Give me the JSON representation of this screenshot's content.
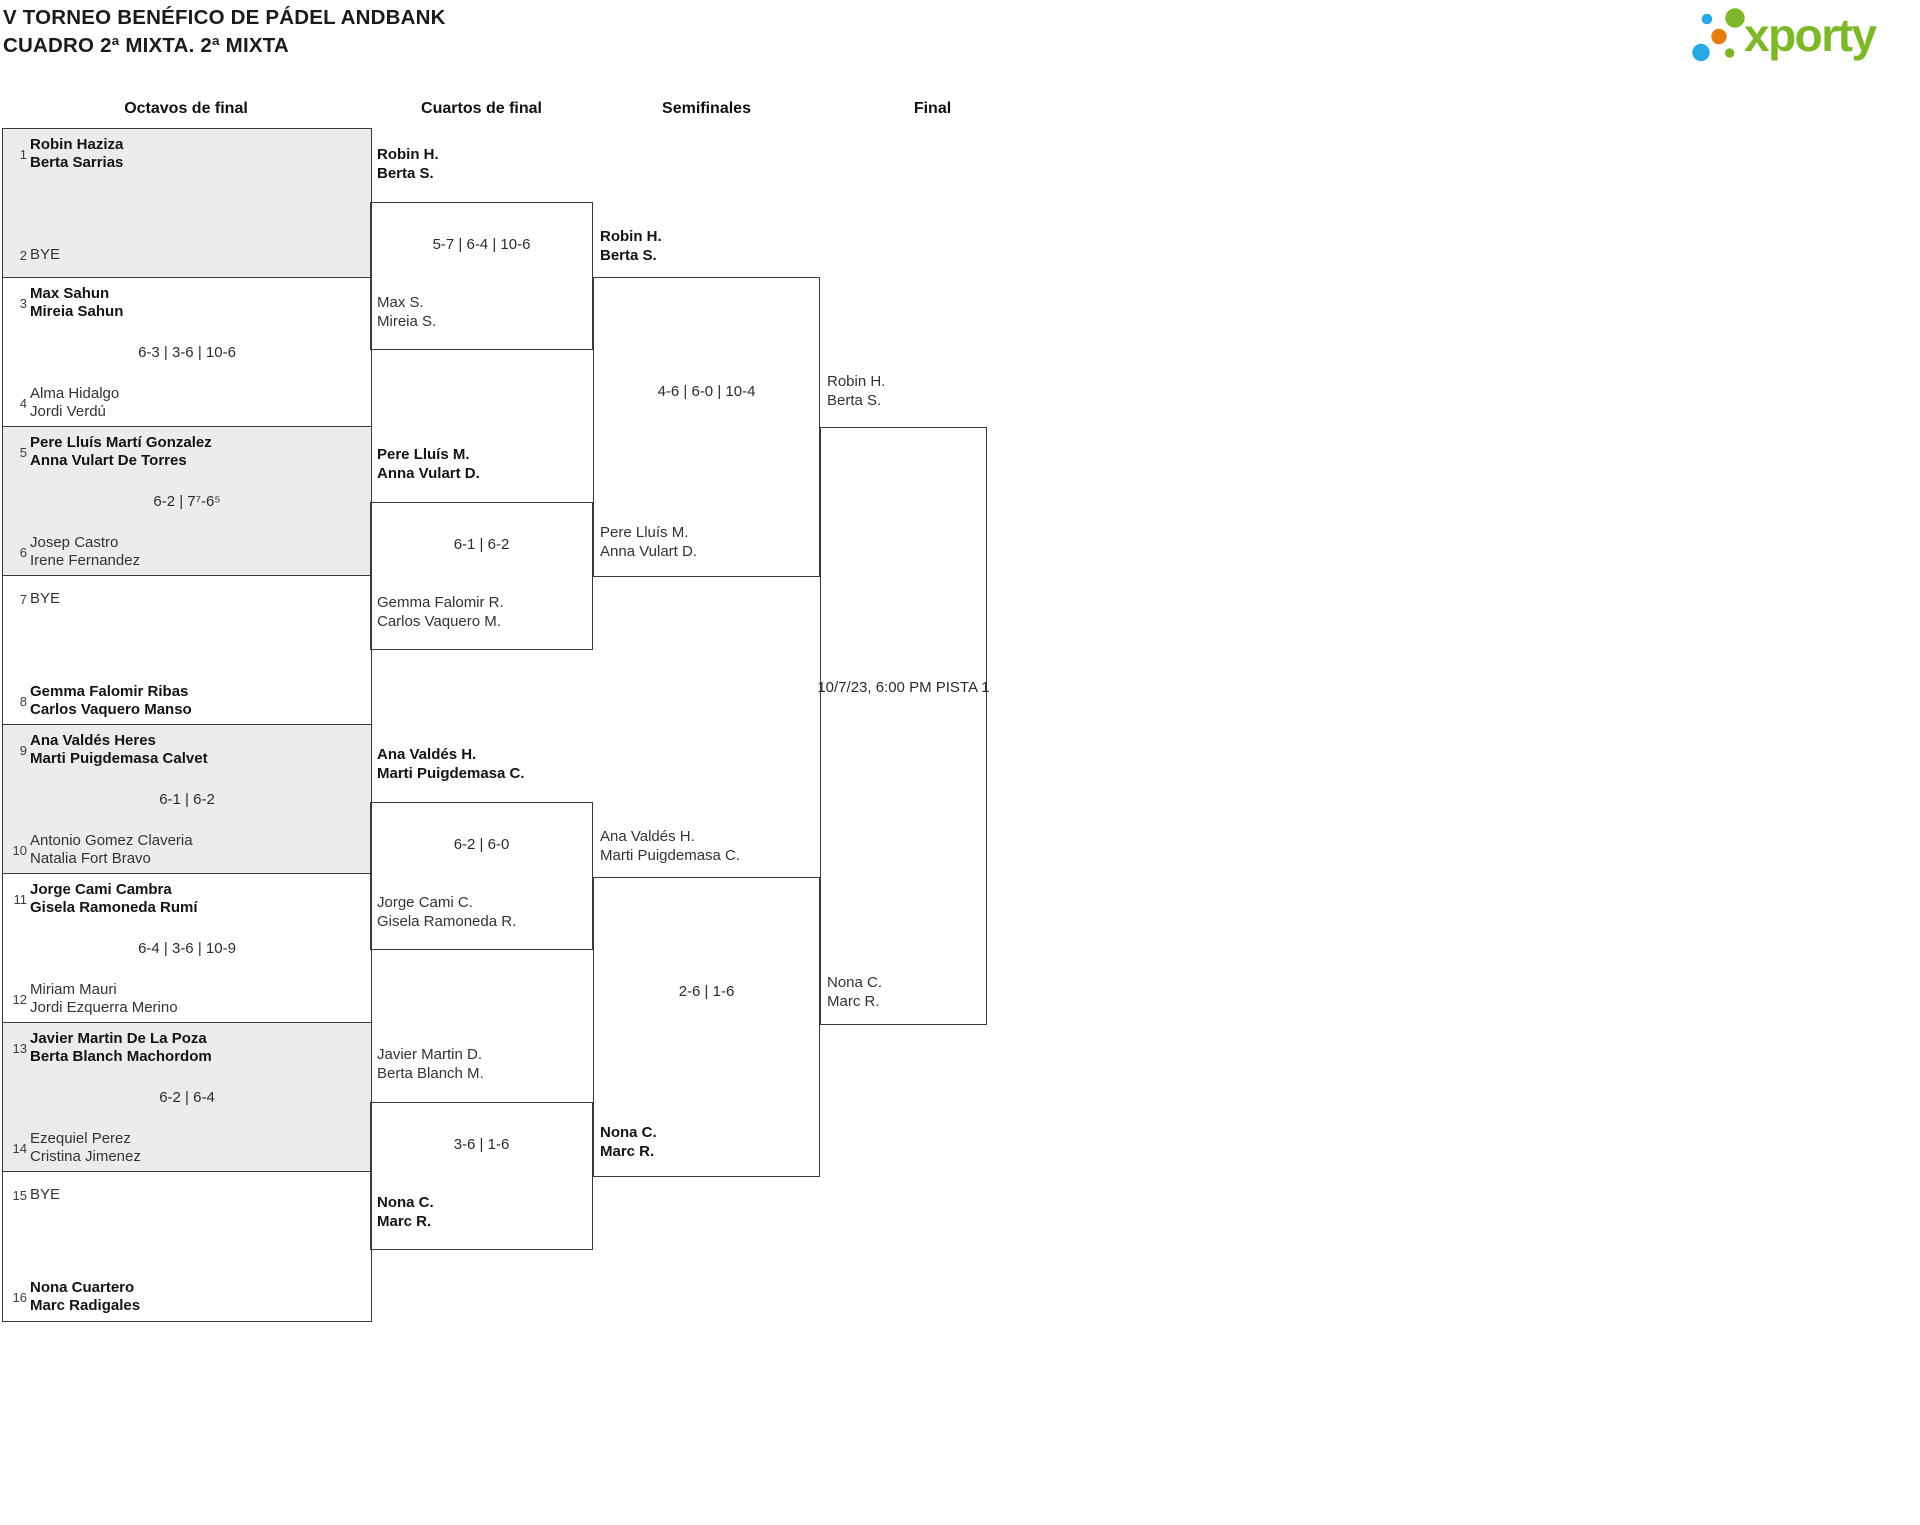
{
  "title": {
    "line1": "V TORNEO BENÉFICO DE PÁDEL ANDBANK",
    "line2": "CUADRO 2ª MIXTA. 2ª MIXTA"
  },
  "logo": {
    "brand": "xporty"
  },
  "colors": {
    "brand_green": "#7db829",
    "brand_blue": "#29a9e1",
    "brand_orange": "#e87d0e"
  },
  "round_headers": [
    "Octavos de final",
    "Cuartos de final",
    "Semifinales",
    "Final"
  ],
  "octavos": {
    "matches": [
      {
        "score": "",
        "top": {
          "seed": "1",
          "p1": "Robin Haziza",
          "p2": "Berta Sarrias"
        },
        "bottom": {
          "seed": "2",
          "p1": "BYE",
          "p2": ""
        }
      },
      {
        "score": "6-3 | 3-6 | 10-6",
        "top": {
          "seed": "3",
          "p1": "Max Sahun",
          "p2": "Mireia Sahun"
        },
        "bottom": {
          "seed": "4",
          "p1": "Alma Hidalgo",
          "p2": "Jordi Verdú"
        }
      },
      {
        "score": "6-2 | 7⁷-6⁵",
        "top": {
          "seed": "5",
          "p1": "Pere Lluís Martí Gonzalez",
          "p2": "Anna Vulart De Torres"
        },
        "bottom": {
          "seed": "6",
          "p1": "Josep Castro",
          "p2": "Irene Fernandez"
        }
      },
      {
        "score": "",
        "top": {
          "seed": "7",
          "p1": "BYE",
          "p2": ""
        },
        "bottom": {
          "seed": "8",
          "p1": "Gemma Falomir Ribas",
          "p2": "Carlos Vaquero Manso"
        }
      },
      {
        "score": "6-1 | 6-2",
        "top": {
          "seed": "9",
          "p1": "Ana Valdés Heres",
          "p2": "Marti Puigdemasa Calvet"
        },
        "bottom": {
          "seed": "10",
          "p1": "Antonio Gomez Claveria",
          "p2": "Natalia Fort Bravo"
        }
      },
      {
        "score": "6-4 | 3-6 | 10-9",
        "top": {
          "seed": "11",
          "p1": "Jorge Cami Cambra",
          "p2": "Gisela Ramoneda Rumí"
        },
        "bottom": {
          "seed": "12",
          "p1": "Miriam Mauri",
          "p2": "Jordi Ezquerra Merino"
        }
      },
      {
        "score": "6-2 | 6-4",
        "top": {
          "seed": "13",
          "p1": "Javier Martin De La Poza",
          "p2": "Berta Blanch Machordom"
        },
        "bottom": {
          "seed": "14",
          "p1": "Ezequiel Perez",
          "p2": "Cristina Jimenez"
        }
      },
      {
        "score": "",
        "top": {
          "seed": "15",
          "p1": "BYE",
          "p2": ""
        },
        "bottom": {
          "seed": "16",
          "p1": "Nona Cuartero",
          "p2": "Marc Radigales"
        }
      }
    ]
  },
  "cuartos": {
    "matches": [
      {
        "score": "5-7 | 6-4 | 10-6",
        "top": {
          "p1": "Robin H.",
          "p2": "Berta S."
        },
        "bottom": {
          "p1": "Max S.",
          "p2": "Mireia S."
        }
      },
      {
        "score": "6-1 | 6-2",
        "top": {
          "p1": "Pere Lluís M.",
          "p2": "Anna Vulart D."
        },
        "bottom": {
          "p1": "Gemma Falomir R.",
          "p2": "Carlos Vaquero M."
        }
      },
      {
        "score": "6-2 | 6-0",
        "top": {
          "p1": "Ana Valdés H.",
          "p2": "Marti Puigdemasa C."
        },
        "bottom": {
          "p1": "Jorge Cami C.",
          "p2": "Gisela Ramoneda R."
        }
      },
      {
        "score": "3-6 | 1-6",
        "top": {
          "p1": "Javier Martin D.",
          "p2": "Berta Blanch M."
        },
        "bottom": {
          "p1": "Nona C.",
          "p2": "Marc R."
        }
      }
    ]
  },
  "semifinales": {
    "matches": [
      {
        "score": "4-6 | 6-0 | 10-4",
        "top": {
          "p1": "Robin H.",
          "p2": "Berta S."
        },
        "bottom": {
          "p1": "Pere Lluís M.",
          "p2": "Anna Vulart D."
        }
      },
      {
        "score": "2-6 | 1-6",
        "top": {
          "p1": "Ana Valdés H.",
          "p2": "Marti Puigdemasa C."
        },
        "bottom": {
          "p1": "Nona C.",
          "p2": "Marc R."
        }
      }
    ]
  },
  "final": {
    "info": "10/7/23, 6:00 PM PISTA 1",
    "top": {
      "p1": "Robin H.",
      "p2": "Berta S."
    },
    "bottom": {
      "p1": "Nona C.",
      "p2": "Marc R."
    }
  }
}
